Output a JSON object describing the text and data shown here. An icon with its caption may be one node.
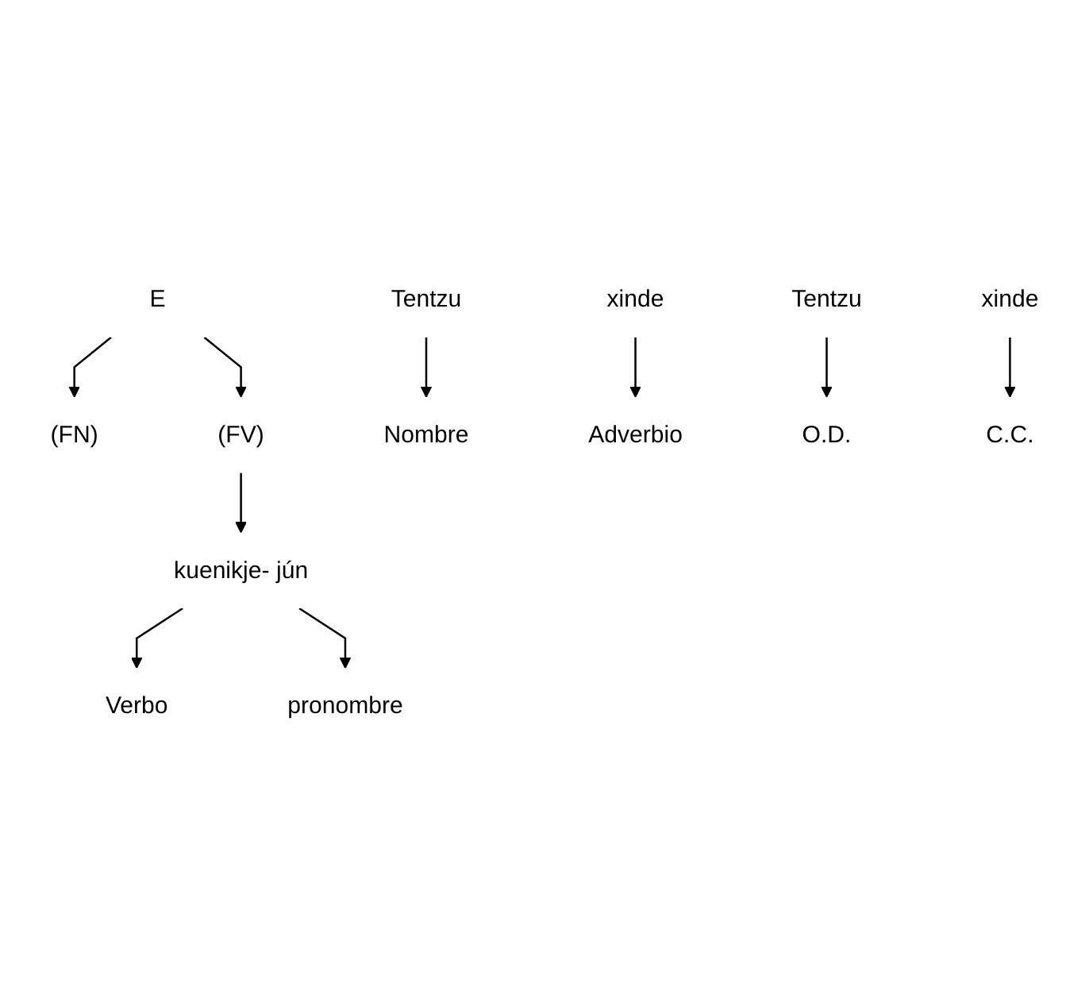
{
  "diagram": {
    "nodes": [
      {
        "text": [
          "E"
        ]
      },
      {
        "text": [
          "(FN)"
        ]
      },
      {
        "text": [
          "(FV)"
        ]
      },
      {
        "text": [
          "Tentzu"
        ]
      },
      {
        "text": [
          "kuenikje- jún"
        ]
      },
      {
        "text": [
          "xinde"
        ]
      },
      {
        "text": [
          "Nombre"
        ]
      },
      {
        "text": [
          "Verbo"
        ]
      },
      {
        "text": [
          "pronombre"
        ]
      },
      {
        "text": [
          "Adverbio"
        ]
      },
      {
        "text": [
          "Tentzu"
        ]
      },
      {
        "text": [
          "xinde"
        ]
      },
      {
        "text": [
          "O.D."
        ]
      },
      {
        "text": [
          "C.C."
        ]
      }
    ],
    "edges": [
      {
        "from": 0,
        "to": 1,
        "arrow": "to"
      },
      {
        "from": 0,
        "to": 2,
        "arrow": "to"
      },
      {
        "from": 2,
        "to": 4,
        "arrow": "to"
      },
      {
        "from": 3,
        "to": 6,
        "arrow": "to"
      },
      {
        "from": 4,
        "to": 7,
        "arrow": "to"
      },
      {
        "from": 4,
        "to": 8,
        "arrow": "to"
      },
      {
        "from": 5,
        "to": 9,
        "arrow": "to"
      },
      {
        "from": 10,
        "to": 12,
        "arrow": "to"
      },
      {
        "from": 11,
        "to": 13,
        "arrow": "to"
      }
    ]
  }
}
